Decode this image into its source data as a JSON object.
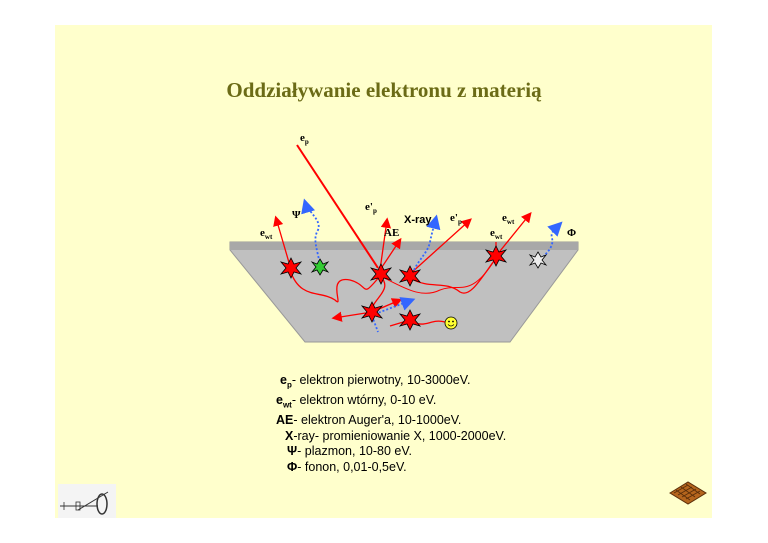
{
  "title": "Oddziaływanie elektronu z materią",
  "diagram_labels": {
    "ep": {
      "base": "e",
      "sub": "p"
    },
    "ep_prime": {
      "base": "e'",
      "sub": "p"
    },
    "ep_prime2": {
      "base": "e'",
      "sub": "p"
    },
    "ewt_left": {
      "base": "e",
      "sub": "wt"
    },
    "ewt_right": {
      "base": "e",
      "sub": "wt"
    },
    "ewt_mid": {
      "base": "e",
      "sub": "wt"
    },
    "psi": "Ψ",
    "ae": "AE",
    "xray": "X-ray",
    "phi": "Φ"
  },
  "legend": [
    {
      "sym": "e",
      "sub": "p",
      "text": "- elektron pierwotny, 10-3000eV."
    },
    {
      "sym": "e",
      "sub": "wt",
      "text": "- elektron wtórny, 0-10 eV."
    },
    {
      "sym": "AE",
      "sub": "",
      "text": "- elektron Auger'a, 10-1000eV."
    },
    {
      "sym": "X",
      "sub": "",
      "text": "-ray- promieniowanie X, 1000-2000eV."
    },
    {
      "sym": "Ψ",
      "sub": "",
      "text": "- plazmon, 10-80 eV."
    },
    {
      "sym": "Φ",
      "sub": "",
      "text": "- fonon, 0,01-0,5eV."
    }
  ],
  "colors": {
    "background": "#ffffcc",
    "title": "#6b6b16",
    "sample": "#c0c0c0",
    "electron_track": "#ff0000",
    "photon_path": "#3366ff"
  }
}
